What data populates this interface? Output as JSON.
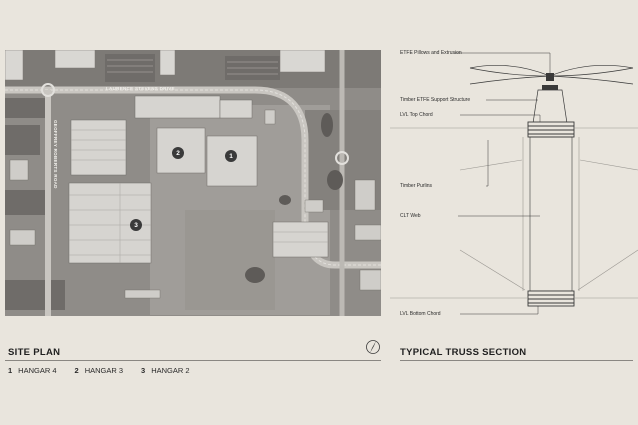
{
  "site_plan": {
    "title": "SITE PLAN",
    "road_labels": {
      "horizontal": "LAURENCE STEVENS DRIVE",
      "vertical": "GEOFFREY ROBERTS ROAD"
    },
    "markers": [
      "1",
      "2",
      "3"
    ],
    "legend": [
      {
        "num": "1",
        "label": "HANGAR 4"
      },
      {
        "num": "2",
        "label": "HANGAR 3"
      },
      {
        "num": "3",
        "label": "HANGAR 2"
      }
    ]
  },
  "truss_section": {
    "title": "TYPICAL TRUSS SECTION",
    "callouts": {
      "etfe_pillows": "ETFE Pillows and Extrusion",
      "etfe_support": "Timber ETFE Support Structure",
      "lvl_top": "LVL Top Chord",
      "purlins": "Timber Purlins",
      "clt_web": "CLT Web",
      "lvl_bottom": "LVL Bottom Chord"
    }
  },
  "colors": {
    "background": "#e9e5dd",
    "aerial_base": "#8d8a86",
    "line": "#3a3a3a"
  }
}
